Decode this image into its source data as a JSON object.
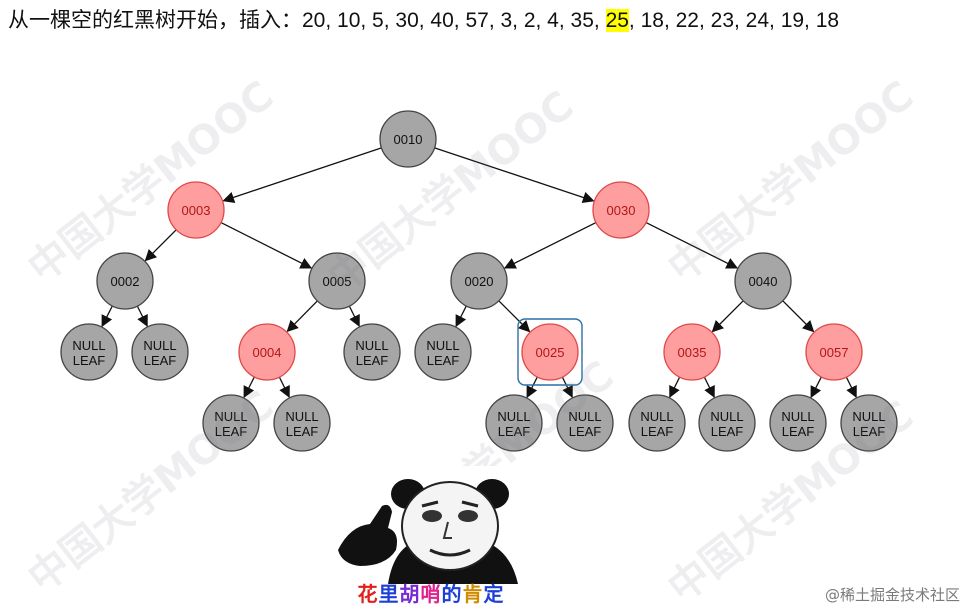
{
  "header": {
    "prefix": "从一棵空的红黑树开始，插入：",
    "seq_before": "20, 10, 5, 30, 40, 57, 3, 2, 4, 35, ",
    "highlight": "25",
    "seq_after": ", 18, 22, 23, 24, 19, 18"
  },
  "colors": {
    "red_fill": "#ff9e9e",
    "red_stroke": "#e04848",
    "black_fill": "#a6a6a6",
    "black_stroke": "#444444",
    "highlight_frame": "#2e6fa6",
    "highlight_text": "#ffff00"
  },
  "tree": {
    "null_line1": "NULL",
    "null_line2": "LEAF",
    "highlighted_node": "n25",
    "nodes": [
      {
        "id": "n10",
        "label": "0010",
        "color": "black"
      },
      {
        "id": "n3",
        "label": "0003",
        "color": "red"
      },
      {
        "id": "n30",
        "label": "0030",
        "color": "red"
      },
      {
        "id": "n2",
        "label": "0002",
        "color": "black"
      },
      {
        "id": "n5",
        "label": "0005",
        "color": "black"
      },
      {
        "id": "n20",
        "label": "0020",
        "color": "black"
      },
      {
        "id": "n40",
        "label": "0040",
        "color": "black"
      },
      {
        "id": "n4",
        "label": "0004",
        "color": "red"
      },
      {
        "id": "n25",
        "label": "0025",
        "color": "red"
      },
      {
        "id": "n35",
        "label": "0035",
        "color": "red"
      },
      {
        "id": "n57",
        "label": "0057",
        "color": "red"
      }
    ],
    "edges": [
      [
        "n10",
        "n3"
      ],
      [
        "n10",
        "n30"
      ],
      [
        "n3",
        "n2"
      ],
      [
        "n3",
        "n5"
      ],
      [
        "n30",
        "n20"
      ],
      [
        "n30",
        "n40"
      ],
      [
        "n5",
        "n4"
      ],
      [
        "n20",
        "n25"
      ],
      [
        "n40",
        "n35"
      ],
      [
        "n40",
        "n57"
      ],
      [
        "n2",
        "L1"
      ],
      [
        "n2",
        "L2"
      ],
      [
        "n5",
        "L3"
      ],
      [
        "n20",
        "L4"
      ],
      [
        "n4",
        "L5"
      ],
      [
        "n4",
        "L6"
      ],
      [
        "n25",
        "L7"
      ],
      [
        "n25",
        "L8"
      ],
      [
        "n35",
        "L9"
      ],
      [
        "n35",
        "L10"
      ],
      [
        "n57",
        "L11"
      ],
      [
        "n57",
        "L12"
      ]
    ]
  },
  "meme": {
    "caption_chars": [
      {
        "ch": "花",
        "color": "#e0201c"
      },
      {
        "ch": "里",
        "color": "#1c3fd6"
      },
      {
        "ch": "胡",
        "color": "#7a2ad0"
      },
      {
        "ch": "哨",
        "color": "#e0208c"
      },
      {
        "ch": "的",
        "color": "#1c3fd6"
      },
      {
        "ch": "肯",
        "color": "#d08c00"
      },
      {
        "ch": "定",
        "color": "#1c3fd6"
      }
    ]
  },
  "watermark": "@稀土掘金技术社区"
}
